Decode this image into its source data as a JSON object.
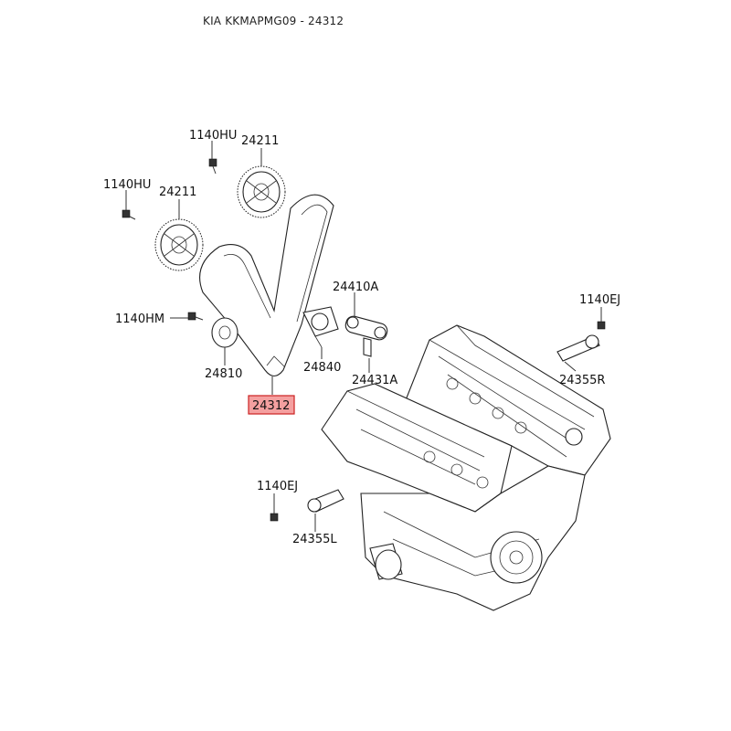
{
  "header": {
    "title": "KIA KKMAPMG09 - 24312"
  },
  "callouts": {
    "bolt_1140hu_top": "1140HU",
    "sprocket_24211_top": "24211",
    "bolt_1140hu_left": "1140HU",
    "sprocket_24211_left": "24211",
    "tensioner_24410a": "24410A",
    "bolt_1140hm": "1140HM",
    "bolt_1140ej_right": "1140EJ",
    "idler_24810": "24810",
    "tensioner_24840": "24840",
    "tensioner_24431a": "24431A",
    "valve_24355r": "24355R",
    "belt_24312": "24312",
    "bolt_1140ej_left": "1140EJ",
    "valve_24355l": "24355L"
  },
  "highlight": {
    "part": "24312",
    "fill_color": "#f4a0a0",
    "border_color": "#cc2222"
  }
}
